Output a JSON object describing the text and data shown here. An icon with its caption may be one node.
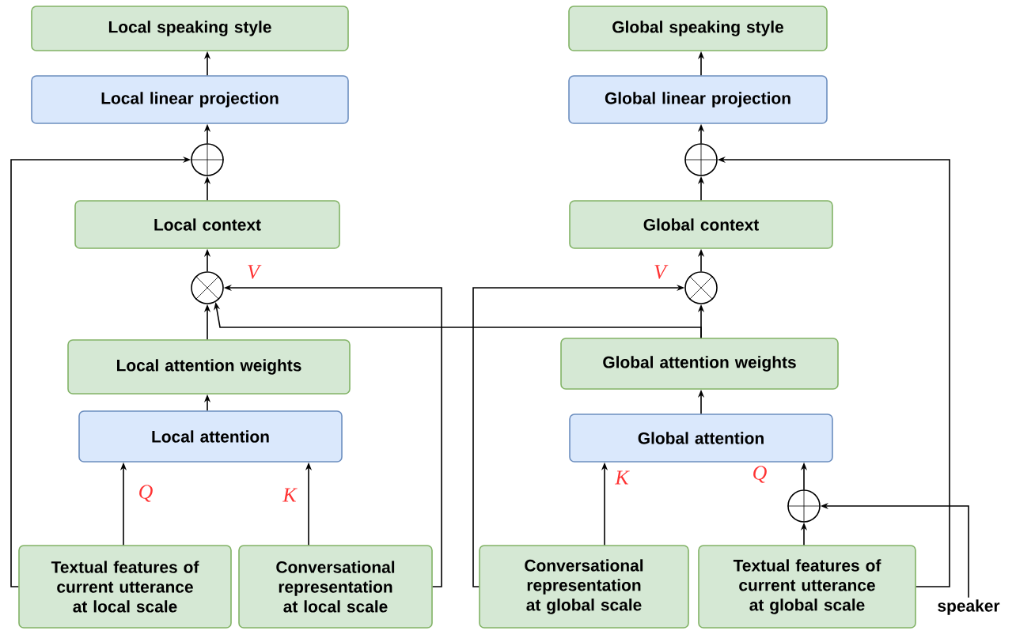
{
  "diagram": {
    "nodes": [
      {
        "text": [
          "Local speaking style"
        ]
      },
      {
        "text": [
          "Local linear projection"
        ]
      },
      {
        "text": [],
        "shape": "plus-circle"
      },
      {
        "text": [
          "Local context"
        ]
      },
      {
        "text": [],
        "shape": "cross-circle"
      },
      {
        "text": [
          "Local attention weights"
        ]
      },
      {
        "text": [
          "Local attention"
        ]
      },
      {
        "text": [
          "Textual features of current utterance at local scale"
        ]
      },
      {
        "text": [
          "Conversational representation at local scale"
        ]
      },
      {
        "text": [
          "Global speaking style"
        ]
      },
      {
        "text": [
          "Global linear projection"
        ]
      },
      {
        "text": [],
        "shape": "plus-circle"
      },
      {
        "text": [
          "Global context"
        ]
      },
      {
        "text": [],
        "shape": "cross-circle"
      },
      {
        "text": [
          "Global attention weights"
        ]
      },
      {
        "text": [
          "Global attention"
        ]
      },
      {
        "text": [
          "Conversational representation at global scale"
        ]
      },
      {
        "text": [
          "Textual features of current utterance at  global scale"
        ]
      },
      {
        "text": [],
        "shape": "plus-circle"
      },
      {
        "text": [
          "speaker"
        ]
      }
    ],
    "edges": [
      {
        "from": 1,
        "to": 0,
        "arrow": "to"
      },
      {
        "from": 2,
        "to": 1,
        "arrow": "to"
      },
      {
        "from": 3,
        "to": 2,
        "arrow": "to"
      },
      {
        "from": 7,
        "to": 2,
        "arrow": "to"
      },
      {
        "from": 4,
        "to": 3,
        "arrow": "to"
      },
      {
        "from": 5,
        "to": 4,
        "arrow": "to"
      },
      {
        "from": 6,
        "to": 5,
        "arrow": "to"
      },
      {
        "from": 7,
        "to": 6,
        "arrow": "to",
        "label": "Q"
      },
      {
        "from": 8,
        "to": 6,
        "arrow": "to",
        "label": "K"
      },
      {
        "from": 8,
        "to": 4,
        "arrow": "to",
        "label": "V"
      },
      {
        "from": 14,
        "to": 4,
        "arrow": "to"
      },
      {
        "from": 16,
        "to": 13,
        "arrow": "to",
        "label": "V"
      },
      {
        "from": 14,
        "to": 13,
        "arrow": "to"
      },
      {
        "from": 13,
        "to": 12,
        "arrow": "to"
      },
      {
        "from": 12,
        "to": 11,
        "arrow": "to"
      },
      {
        "from": 11,
        "to": 10,
        "arrow": "to"
      },
      {
        "from": 10,
        "to": 9,
        "arrow": "to"
      },
      {
        "from": 17,
        "to": 18,
        "arrow": "to"
      },
      {
        "from": 18,
        "to": 15,
        "arrow": "to",
        "label": "Q"
      },
      {
        "from": 19,
        "to": 18,
        "arrow": "to"
      },
      {
        "from": 17,
        "to": 11,
        "arrow": "to"
      },
      {
        "from": 15,
        "to": 14,
        "arrow": "to"
      },
      {
        "from": 16,
        "to": 15,
        "arrow": "to",
        "label": "K"
      }
    ]
  }
}
